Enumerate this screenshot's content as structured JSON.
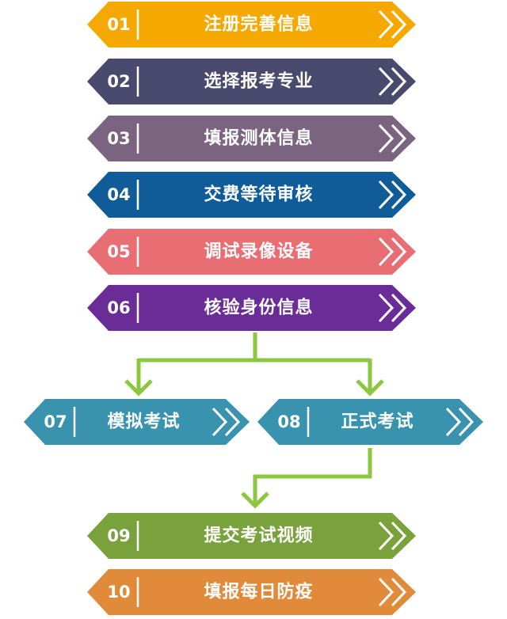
{
  "steps": [
    {
      "num": "01",
      "label": "注册完善信息",
      "color": "#F5A800"
    },
    {
      "num": "02",
      "label": "选择报考专业",
      "color": "#4A4A6E"
    },
    {
      "num": "03",
      "label": "填报测体信息",
      "color": "#7A6480"
    },
    {
      "num": "04",
      "label": "交费等待审核",
      "color": "#0F5C99"
    },
    {
      "num": "05",
      "label": "调试录像设备",
      "color": "#E86E74"
    },
    {
      "num": "06",
      "label": "核验身份信息",
      "color": "#6A2C96"
    },
    {
      "num": "07",
      "label": "模拟考试",
      "color": "#3A93AE"
    },
    {
      "num": "08",
      "label": "正式考试",
      "color": "#3A93AE"
    },
    {
      "num": "09",
      "label": "提交考试视频",
      "color": "#79A13C"
    },
    {
      "num": "10",
      "label": "填报每日防疫",
      "color": "#E08A3A"
    }
  ],
  "connector_color": "#8DC63F"
}
